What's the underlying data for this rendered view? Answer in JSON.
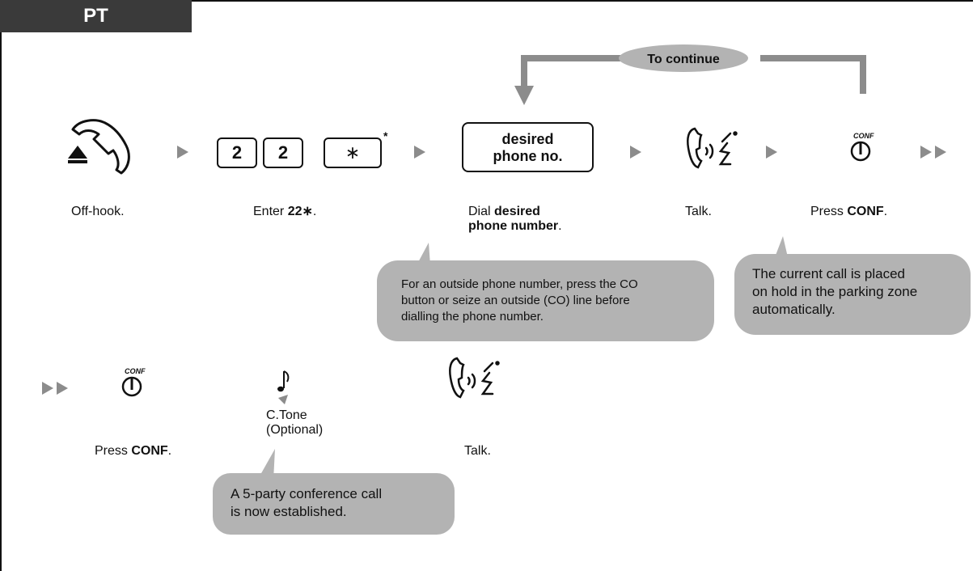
{
  "tab": {
    "label": "PT"
  },
  "continue": {
    "label": "To continue"
  },
  "keys": [
    "2",
    "2",
    "∗"
  ],
  "key_note_mark": "*",
  "phone_box": {
    "line1": "desired",
    "line2": "phone no."
  },
  "conf_icon_label": "CONF",
  "steps_row1": [
    {
      "text": "Off-hook."
    },
    {
      "prefix": "Enter ",
      "bold": "22∗",
      "suffix": "."
    },
    {
      "prefix": "Dial ",
      "bold": "desired",
      "bold2": "phone number",
      "suffix": "."
    },
    {
      "text": "Talk."
    },
    {
      "prefix": "Press ",
      "bold": "CONF",
      "suffix": "."
    }
  ],
  "steps_row2": [
    {
      "prefix": "Press ",
      "bold": "CONF",
      "suffix": "."
    },
    {
      "line1": "C.Tone",
      "line2": "(Optional)"
    },
    {
      "text": "Talk."
    }
  ],
  "bubbles": {
    "outside_number": [
      "For an outside phone number, press the CO",
      "button or seize an outside (CO) line before",
      "dialling the phone number."
    ],
    "hold": [
      "The current call is placed",
      "on hold in the parking zone",
      "automatically."
    ],
    "conference": [
      "A 5-party conference call",
      "is now established."
    ]
  },
  "colors": {
    "tab_bg": "#3a3a3a",
    "bubble_bg": "#b3b3b3",
    "arrow_gray": "#8c8c8c",
    "continue_bg": "#b3b3b3"
  }
}
